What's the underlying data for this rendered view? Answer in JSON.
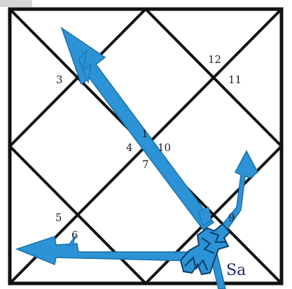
{
  "houses": {
    "h1": "1",
    "h3": "3",
    "h4": "4",
    "h5": "5",
    "h6": "6",
    "h7": "7",
    "h9": "9",
    "h10": "10",
    "h11": "11",
    "h12": "12"
  },
  "planets": {
    "saturn": "Sa"
  },
  "colors": {
    "lines": "#111111",
    "arrows": "#2b93d6",
    "planet_text": "#1d2a6b"
  },
  "icons": {
    "arrow": "arrow-icon"
  }
}
